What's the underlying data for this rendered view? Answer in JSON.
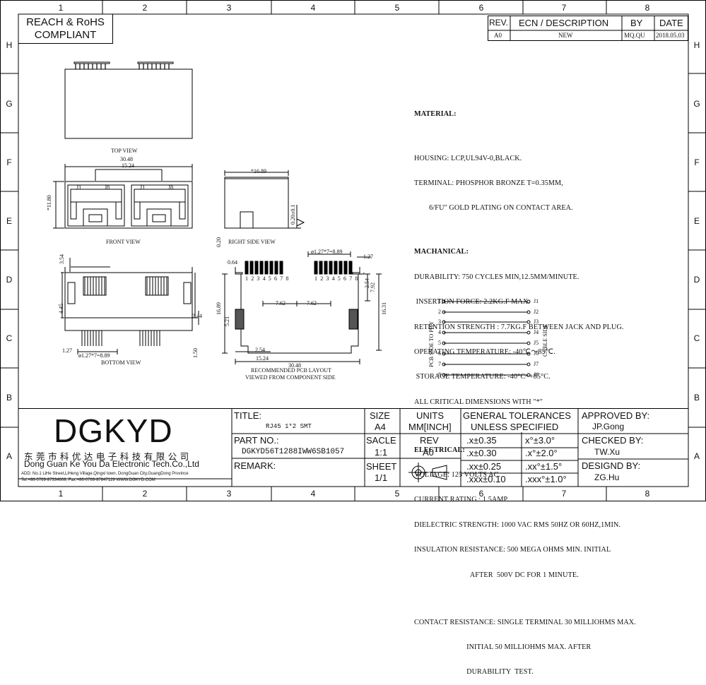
{
  "zones": {
    "columns": [
      "1",
      "2",
      "3",
      "4",
      "5",
      "6",
      "7",
      "8"
    ],
    "rows": [
      "H",
      "G",
      "F",
      "E",
      "D",
      "C",
      "B",
      "A"
    ]
  },
  "compliance": {
    "line1": "REACH & RoHS",
    "line2": "COMPLIANT"
  },
  "revision_table": {
    "headers": {
      "rev": "REV.",
      "desc": "ECN / DESCRIPTION",
      "by": "BY",
      "date": "DATE"
    },
    "row": {
      "rev": "A0",
      "desc": "NEW",
      "by": "MQ.QU",
      "date": "2018.05.03"
    }
  },
  "specs": {
    "material_head": "MATERIAL:",
    "material": [
      "HOUSING: LCP,UL94V-0,BLACK.",
      "TERMINAL: PHOSPHOR BRONZE T=0.35MM,",
      "        6/FU\" GOLD PLATING ON CONTACT AREA."
    ],
    "mechanical_head": "MACHANICAL:",
    "mechanical": [
      "DURABILITY: 750 CYCLES MIN,12.5MM/MINUTE.",
      " INSERTION FORCE: 2.2KG.F MAX.",
      "RETENTION STRENGTH : 7.7KG.F BETWEEN JACK AND PLUG.",
      "OPERATING TEMPERATURE: -40℃～85℃.",
      " STORAGE TEMPERATURE: -40°C~+85°C.",
      "ALL CRITICAL DIMENSIONS WITH \"*\""
    ],
    "electrical_head": "ELECTRICAL:",
    "electrical": [
      "VOLTAGE: 125 VOLTS AC.",
      "CURRENT RATING : 1.5AMP.",
      "DIELECTRIC STRENGTH: 1000 VAC RMS 50HZ OR 60HZ,1MIN.",
      "INSULATION RESISTANCE: 500 MEGA OHMS MIN. INITIAL",
      "                              AFTER  500V DC FOR 1 MINUTE."
    ],
    "contact": [
      "CONTACT RESISTANCE: SINGLE TERMINAL 30 MILLIOHMS MAX.",
      "                            INITIAL 50 MILLIOHMS MAX. AFTER",
      "                            DURABILITY  TEST."
    ]
  },
  "views": {
    "top": "TOP VIEW",
    "front": "FRONT VIEW",
    "right": "RIGHT SIDE VIEW",
    "bottom": "BOTTOM VIEW",
    "pcb_line1": "RECOMMENDED PCB LAYOUT",
    "pcb_line2": "VIEWED FROM COMPONENT SIDE"
  },
  "dims": {
    "d3048": "30.48",
    "d1524": "15.24",
    "d1180": "*11.80",
    "j1": "J1",
    "j8": "J8",
    "d1689": "*16.89",
    "d020b": "0.20±0.1",
    "d020": "0.20",
    "d064": "0.64",
    "d127x7": "ø1.27*7=8.89",
    "d127": "1.27",
    "d354": "3.54",
    "d445": "4.45",
    "d244": "2.44",
    "d150": "1.50",
    "pitch": "1 2 3 4 5 6 7 8",
    "d762": "7.62",
    "d254": "2.54",
    "d792": "7.92",
    "d1631": "16.31",
    "d1689b": "16.89",
    "d521": "5.21",
    "d127b": "1.27",
    "d127x7b": "ø1.27*7=8.89",
    "d1524b": "15.24",
    "d3048b": "30.48",
    "d254b": "2.54"
  },
  "schematic": {
    "pins": [
      "1",
      "2",
      "3",
      "4",
      "5",
      "6",
      "7",
      "8"
    ],
    "jacks": [
      "J1",
      "J2",
      "J3",
      "J4",
      "J5",
      "J6",
      "J7",
      "J8"
    ],
    "left_label": "PCB SIDE TO PHY",
    "right_label": "CABLE SIDE"
  },
  "title_block": {
    "logo": "DGKYD",
    "company_cn": "东 莞 市 科 优 达 电 子 科 技 有 限 公 司",
    "company_en": "Dong Guan Ke You Da Electronic Tech.Co.,Ltd",
    "address": "ADD: No.1 LiHe Street,LiHeng Village,Qingxi town, DongGuan City,GuangDong Province",
    "contact": "Tel:+86-0769-87334608; Fax:+86-0769-87847129  WWW.DGKYD.COM",
    "title_label": "TITLE:",
    "title_value": "RJ45 1*2 SMT",
    "part_label": "PART NO.:",
    "part_value": "DGKYD56T1288IWW6SB1057",
    "remark_label": "REMARK:",
    "size_label": "SIZE",
    "size_value": "A4",
    "units_label": "UNITS",
    "units_value": "MM[INCH]",
    "scale_label": "SACLE",
    "scale_value": "1:1",
    "rev_label": "REV",
    "rev_value": "A0",
    "sheet_label": "SHEET",
    "sheet_value": "1/1",
    "tol_line1": "GENERAL TOLERANCES",
    "tol_line2": "UNLESS SPECIFIED",
    "tolerances": [
      [
        ".x±0.35",
        "x°±3.0°"
      ],
      [
        ".x±0.30",
        ".x°±2.0°"
      ],
      [
        ".xx±0.25",
        ".xx°±1.5°"
      ],
      [
        ".xxx±0.10",
        ".xxx°±1.0°"
      ]
    ],
    "approved_label": "APPROVED BY:",
    "approved_value": "JP.Gong",
    "checked_label": "CHECKED BY:",
    "checked_value": "TW.Xu",
    "designed_label": "DESIGND BY:",
    "designed_value": "ZG.Hu"
  }
}
